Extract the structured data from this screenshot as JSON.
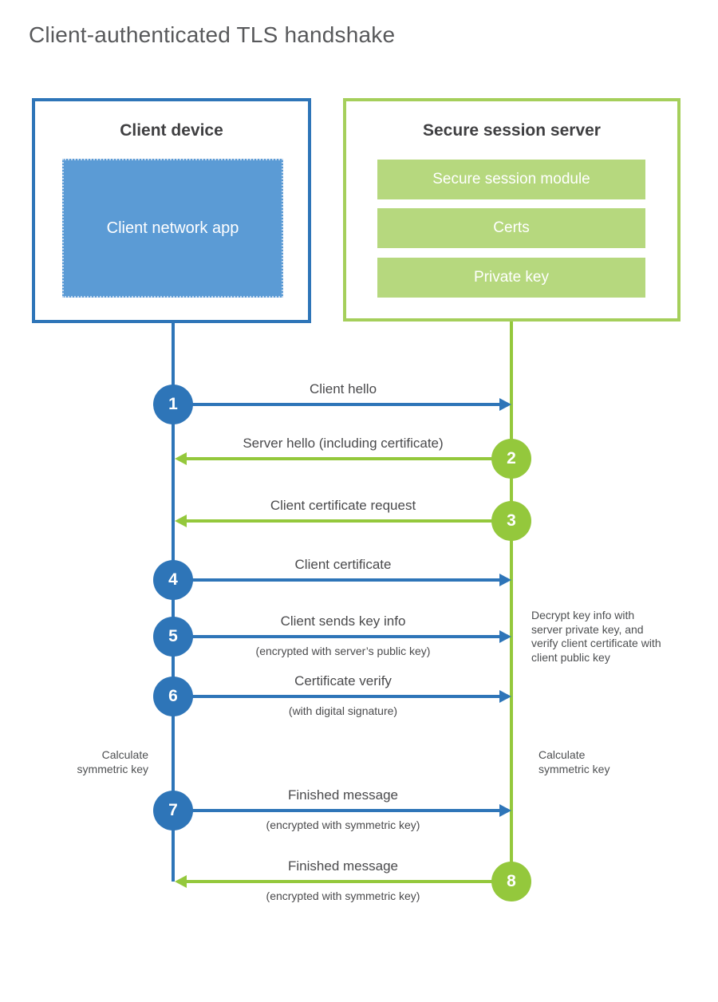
{
  "title": "Client-authenticated TLS handshake",
  "client": {
    "title": "Client device",
    "app_label": "Client network app"
  },
  "server": {
    "title": "Secure session server",
    "modules": [
      "Secure session module",
      "Certs",
      "Private key"
    ]
  },
  "messages": [
    {
      "num": "1",
      "label": "Client hello",
      "direction": "right"
    },
    {
      "num": "2",
      "label": "Server hello (including certificate)",
      "direction": "left"
    },
    {
      "num": "3",
      "label": "Client certificate request",
      "direction": "left"
    },
    {
      "num": "4",
      "label": "Client certificate",
      "direction": "right"
    },
    {
      "num": "5",
      "label": "Client sends key info",
      "sub": "(encrypted with server’s public key)",
      "direction": "right"
    },
    {
      "num": "6",
      "label": "Certificate verify",
      "sub": "(with digital signature)",
      "direction": "right"
    },
    {
      "num": "7",
      "label": "Finished message",
      "sub": "(encrypted with symmetric key)",
      "direction": "right"
    },
    {
      "num": "8",
      "label": "Finished message",
      "sub": "(encrypted with symmetric key)",
      "direction": "left"
    }
  ],
  "notes": {
    "server_note": "Decrypt key info with server private key, and verify client certificate with client public key",
    "calc_left": "Calculate symmetric key",
    "calc_right": "Calculate symmetric key"
  },
  "colors": {
    "blue": "#2e75b8",
    "blue_fill": "#5b9bd5",
    "green": "#94c83c",
    "green_border": "#a5cf5b",
    "green_fill": "#b6d87e",
    "text": "#4a4a4c",
    "title_text": "#58595b"
  }
}
